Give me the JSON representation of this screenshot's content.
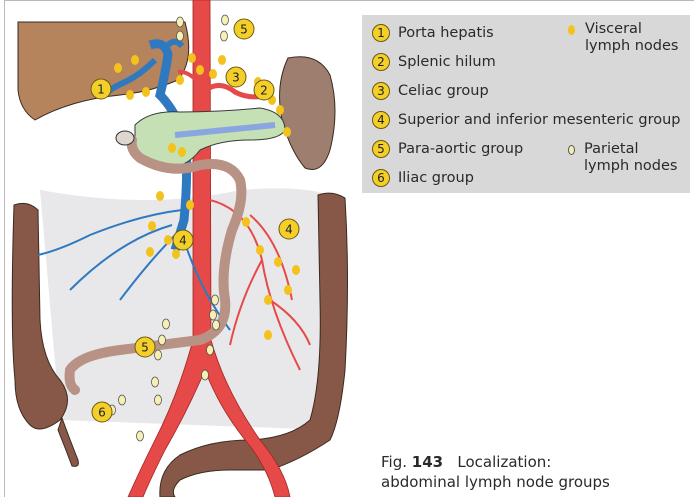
{
  "legend": {
    "groups": [
      {
        "num": "1",
        "label": "Porta hepatis"
      },
      {
        "num": "2",
        "label": "Splenic hilum"
      },
      {
        "num": "3",
        "label": "Celiac group"
      },
      {
        "num": "4",
        "label": "Superior and inferior mesenteric group"
      },
      {
        "num": "5",
        "label": "Para-aortic group"
      },
      {
        "num": "6",
        "label": "Iliac group"
      }
    ],
    "visceral": {
      "line1": "Visceral",
      "line2": "lymph nodes"
    },
    "parietal": {
      "line1": "Parietal",
      "line2": "lymph nodes"
    }
  },
  "caption": {
    "fig_prefix": "Fig.",
    "fig_number": "143",
    "line1_rest": "Localization:",
    "line2": "abdominal lymph node groups"
  },
  "markers": [
    "1",
    "2",
    "3",
    "4",
    "4",
    "5",
    "5",
    "6"
  ],
  "colors": {
    "legend_bg": "#d8d8d9",
    "marker_fill": "#f4cf2a",
    "visceral_node": "#f4c21c",
    "parietal_node": "#f6f0b4",
    "liver": "#b5835c",
    "spleen": "#9e7e6e",
    "colon": "#875848",
    "aorta": "#e64a48",
    "portal_vein": "#2e79c0",
    "pancreas": "#c4e0b4"
  }
}
